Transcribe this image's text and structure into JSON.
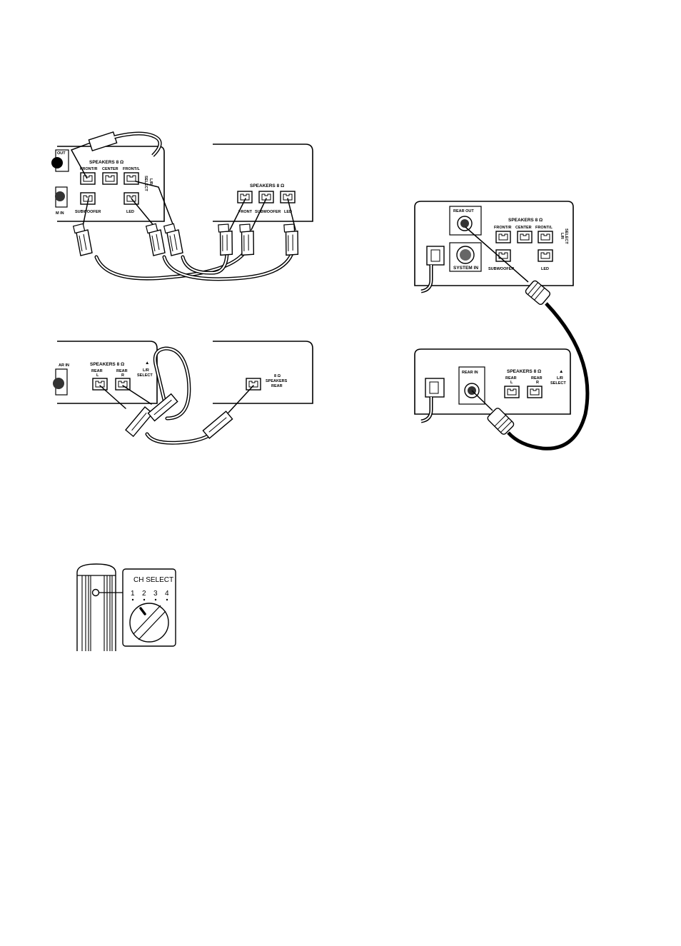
{
  "diagram1": {
    "rear_out_fragment": "OUT",
    "speakers": "SPEAKERS 8 Ω",
    "front_r": "FRONT/R",
    "center": "CENTER",
    "front_l": "FRONT/L",
    "lr": "L/R",
    "select": "SELECT",
    "system_in_fragment": "M IN",
    "subwoofer": "SUBWOOFER",
    "led": "LED",
    "spk2_speakers": "SPEAKERS 8 Ω",
    "spk2_front": "FRONT",
    "spk2_subwoofer": "SUBWOOFER",
    "spk2_led": "LED"
  },
  "diagram2": {
    "rear_in_fragment": "AR IN",
    "speakers": "SPEAKERS 8 Ω",
    "rear": "REAR",
    "l": "L",
    "r": "R",
    "lr": "L/R",
    "select": "SELECT",
    "spk_ohm": "8 Ω",
    "spk_speakers": "SPEAKERS",
    "spk_rear": "REAR"
  },
  "diagram3": {
    "rear_out": "REAR OUT",
    "speakers": "SPEAKERS 8 Ω",
    "front_r": "FRONT/R",
    "center": "CENTER",
    "front_l": "FRONT/L",
    "lr": "L/R",
    "select": "SELECT",
    "system_in": "SYSTEM IN",
    "subwoofer": "SUBWOOFER",
    "led": "LED",
    "rear_in": "REAR IN",
    "speakers2": "SPEAKERS 8 Ω",
    "rear": "REAR",
    "l": "L",
    "r": "R",
    "lr2": "L/R",
    "select2": "SELECT"
  },
  "diagram4": {
    "ch_select": "CH SELECT",
    "ch1": "1",
    "ch2": "2",
    "ch3": "3",
    "ch4": "4"
  }
}
